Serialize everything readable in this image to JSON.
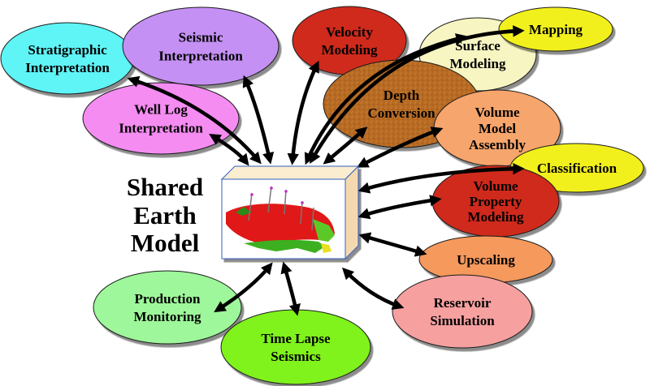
{
  "center": {
    "lines": [
      "Shared",
      "Earth",
      "Model"
    ]
  },
  "colors": {
    "stratigraphic": "#5ef4f6",
    "seismic": "#c590f4",
    "welllog": "#f58cf2",
    "velocity": "#cf2a1c",
    "surface": "#f7f5c2",
    "mapping": "#f2f01c",
    "depth": "#b76b24",
    "volume_model": "#f6a56c",
    "classification": "#f2f01c",
    "volume_property": "#cf2a1c",
    "upscaling": "#f6995c",
    "reservoir": "#f6a0a0",
    "production": "#9ef79a",
    "timelapse": "#80f21c",
    "arrow": "#000000",
    "outline": "#1a1a1a",
    "box_face": "#ffffff",
    "box_top": "#fbedd0",
    "box_side": "#f4d9b0"
  },
  "nodes": [
    {
      "id": "stratigraphic",
      "lines": [
        "Stratigraphic",
        "Interpretation"
      ]
    },
    {
      "id": "seismic",
      "lines": [
        "Seismic",
        "Interpretation"
      ]
    },
    {
      "id": "welllog",
      "lines": [
        "Well Log",
        "Interpretation"
      ]
    },
    {
      "id": "velocity",
      "lines": [
        "Velocity",
        "Modeling"
      ]
    },
    {
      "id": "surface",
      "lines": [
        "Surface",
        "Modeling"
      ]
    },
    {
      "id": "mapping",
      "lines": [
        "Mapping"
      ]
    },
    {
      "id": "depth",
      "lines": [
        "Depth",
        "Conversion"
      ]
    },
    {
      "id": "volume_model",
      "lines": [
        "Volume",
        "Model",
        "Assembly"
      ]
    },
    {
      "id": "classification",
      "lines": [
        "Classification"
      ]
    },
    {
      "id": "volume_property",
      "lines": [
        "Volume",
        "Property",
        "Modeling"
      ]
    },
    {
      "id": "upscaling",
      "lines": [
        "Upscaling"
      ]
    },
    {
      "id": "reservoir",
      "lines": [
        "Reservoir",
        "Simulation"
      ]
    },
    {
      "id": "production",
      "lines": [
        "Production",
        "Monitoring"
      ]
    },
    {
      "id": "timelapse",
      "lines": [
        "Time Lapse",
        "Seismics"
      ]
    }
  ]
}
